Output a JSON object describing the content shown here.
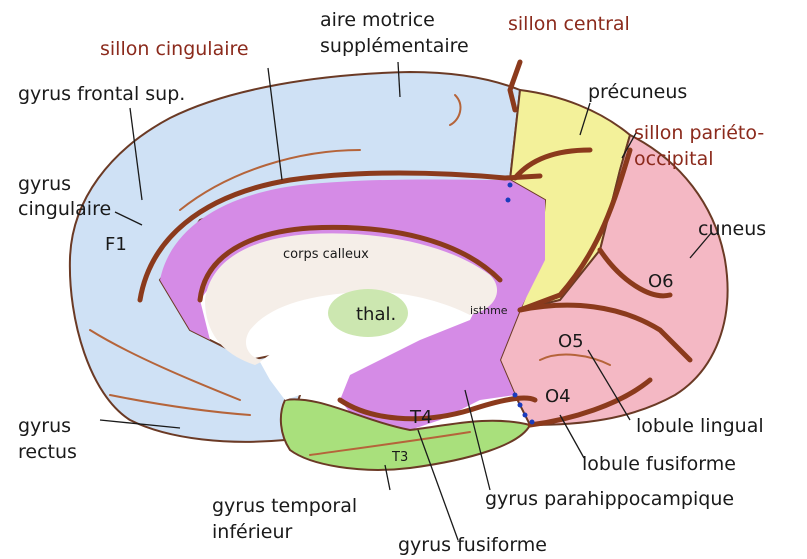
{
  "labels": {
    "aire_motrice_line1": "aire motrice",
    "aire_motrice_line2": "supplémentaire",
    "sillon_central": "sillon central",
    "sillon_cingulaire": "sillon cingulaire",
    "gyrus_frontal_sup": "gyrus frontal sup.",
    "precuneus": "précuneus",
    "sillon_parieto_line1": "sillon pariéto-",
    "sillon_parieto_line2": "occipital",
    "gyrus_cingulaire_line1": "gyrus",
    "gyrus_cingulaire_line2": "cingulaire",
    "f1": "F1",
    "corps_calleux": "corps calleux",
    "cuneus": "cuneus",
    "o6": "O6",
    "thal": "thal.",
    "isthme": "isthme",
    "o5": "O5",
    "o4": "O4",
    "t4": "T4",
    "t3": "T3",
    "gyrus_rectus_line1": "gyrus",
    "gyrus_rectus_line2": "rectus",
    "lobule_lingual": "lobule lingual",
    "lobule_fusiforme": "lobule fusiforme",
    "gyrus_temporal_line1": "gyrus temporal",
    "gyrus_temporal_line2": "inférieur",
    "gyrus_parahippocampique": "gyrus parahippocampique",
    "gyrus_fusiforme": "gyrus fusiforme"
  },
  "colors": {
    "frontal": "#cfe1f5",
    "cingulate": "#d58be6",
    "precuneus": "#f3f19a",
    "occipital": "#f4b8c4",
    "temporal": "#a9e07c",
    "callosum": "#f5eee8",
    "thalamus": "#cce7b0",
    "sulcus": "#8b3a1c",
    "sulcus_label": "#8b2a1c"
  }
}
